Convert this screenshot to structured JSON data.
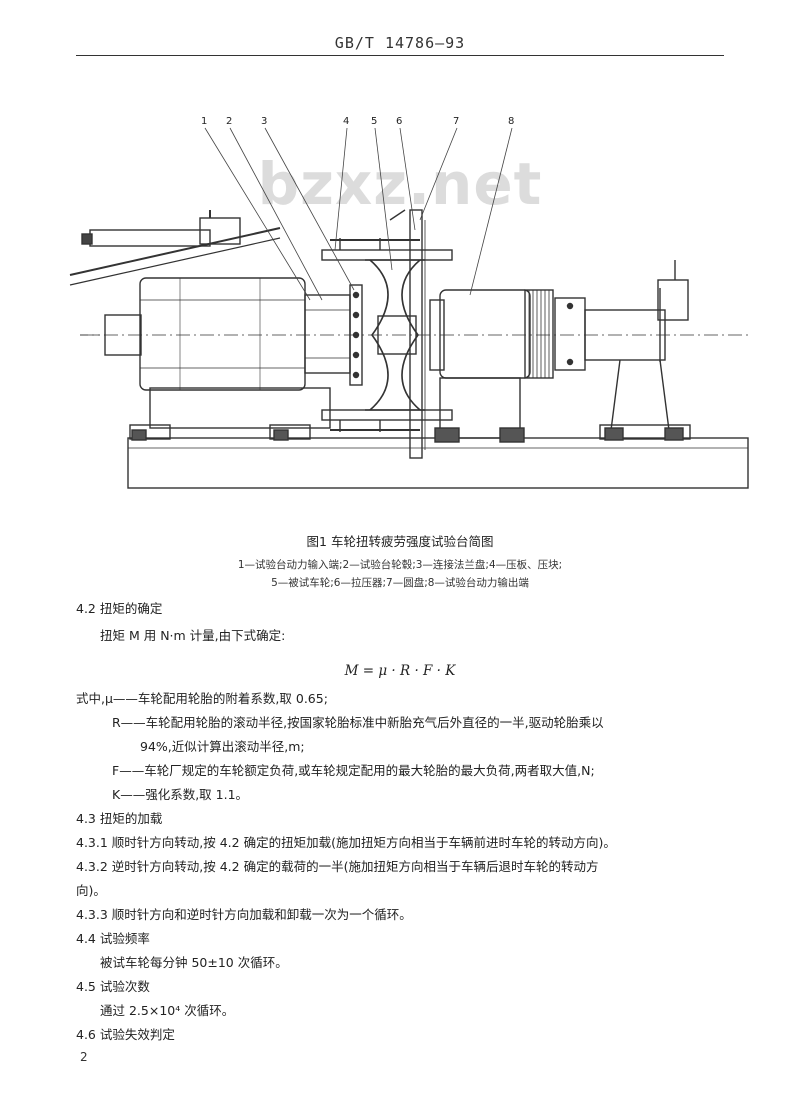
{
  "header": {
    "standard_no": "GB/T 14786—93"
  },
  "watermark": "bzxz.net",
  "figure": {
    "callouts": [
      "1",
      "2",
      "3",
      "4",
      "5",
      "6",
      "7",
      "8"
    ],
    "caption": "图1  车轮扭转疲劳强度试验台简图",
    "legend_line1": "1—试验台动力输入端;2—试验台轮毂;3—连接法兰盘;4—压板、压块;",
    "legend_line2": "5—被试车轮;6—拉压器;7—圆盘;8—试验台动力输出端"
  },
  "body": {
    "s42_title": "4.2  扭矩的确定",
    "s42_intro": "扭矩 M 用 N·m 计量,由下式确定:",
    "formula": "M = μ · R · F · K",
    "where_mu": "式中,μ——车轮配用轮胎的附着系数,取 0.65;",
    "where_R1": "R——车轮配用轮胎的滚动半径,按国家轮胎标准中新胎充气后外直径的一半,驱动轮胎乘以",
    "where_R2": "94%,近似计算出滚动半径,m;",
    "where_F": "F——车轮厂规定的车轮额定负荷,或车轮规定配用的最大轮胎的最大负荷,两者取大值,N;",
    "where_K": "K——强化系数,取 1.1。",
    "s43_title": "4.3  扭矩的加载",
    "s431": "4.3.1  顺时针方向转动,按 4.2 确定的扭矩加载(施加扭矩方向相当于车辆前进时车轮的转动方向)。",
    "s432a": "4.3.2  逆时针方向转动,按 4.2 确定的载荷的一半(施加扭矩方向相当于车辆后退时车轮的转动方",
    "s432b": "向)。",
    "s433": "4.3.3  顺时针方向和逆时针方向加载和卸载一次为一个循环。",
    "s44_title": "4.4  试验频率",
    "s44_text": "被试车轮每分钟 50±10 次循环。",
    "s45_title": "4.5  试验次数",
    "s45_text": "通过 2.5×10⁴ 次循环。",
    "s46_title": "4.6  试验失效判定"
  },
  "footer": {
    "page": "2"
  }
}
